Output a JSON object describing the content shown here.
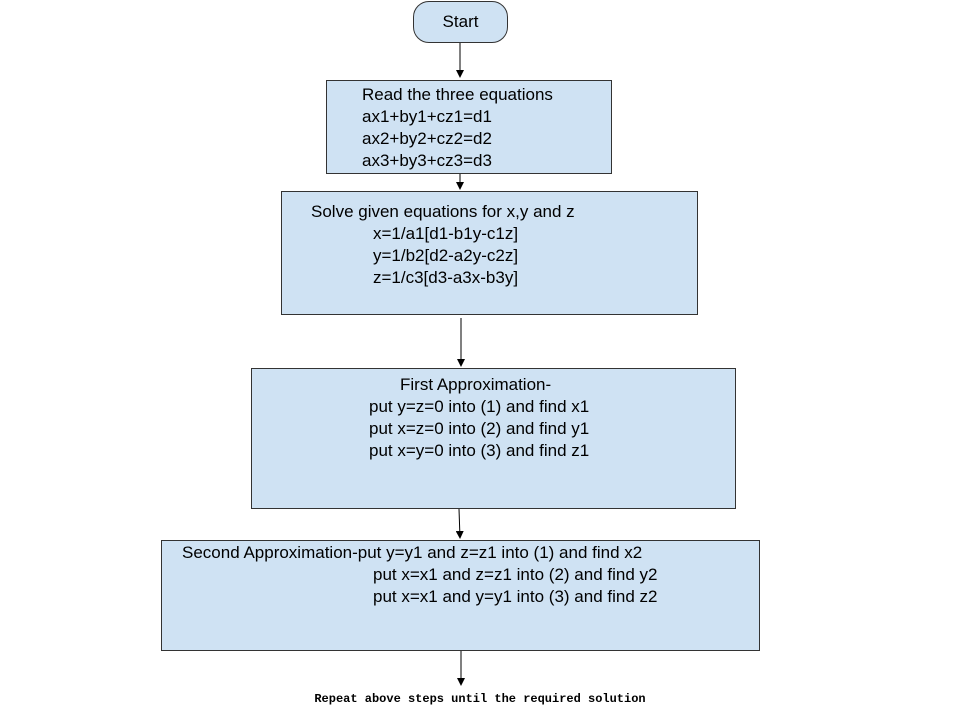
{
  "colors": {
    "box_fill": "#cfe2f3",
    "box_border": "#333333",
    "arrow": "#000000",
    "text": "#000000"
  },
  "diagram": {
    "start_label": "Start",
    "read_box": {
      "lines": [
        "Read the three equations",
        "ax1+by1+cz1=d1",
        "ax2+by2+cz2=d2",
        "ax3+by3+cz3=d3"
      ]
    },
    "solve_box": {
      "lines": [
        "Solve given equations for x,y and z",
        "x=1/a1[d1-b1y-c1z]",
        "y=1/b2[d2-a2y-c2z]",
        "z=1/c3[d3-a3x-b3y]"
      ]
    },
    "first_box": {
      "lines": [
        "First Approximation-",
        "put y=z=0 into (1) and find x1",
        "put x=z=0 into (2) and find y1",
        "put x=y=0 into (3) and find z1"
      ]
    },
    "second_box": {
      "lines": [
        "Second Approximation-put y=y1 and z=z1 into (1) and find x2",
        "put x=x1 and z=z1 into (2) and find y2",
        "put x=x1 and y=y1 into (3) and find z2"
      ]
    },
    "footer_text": "Repeat above steps until the required solution"
  }
}
